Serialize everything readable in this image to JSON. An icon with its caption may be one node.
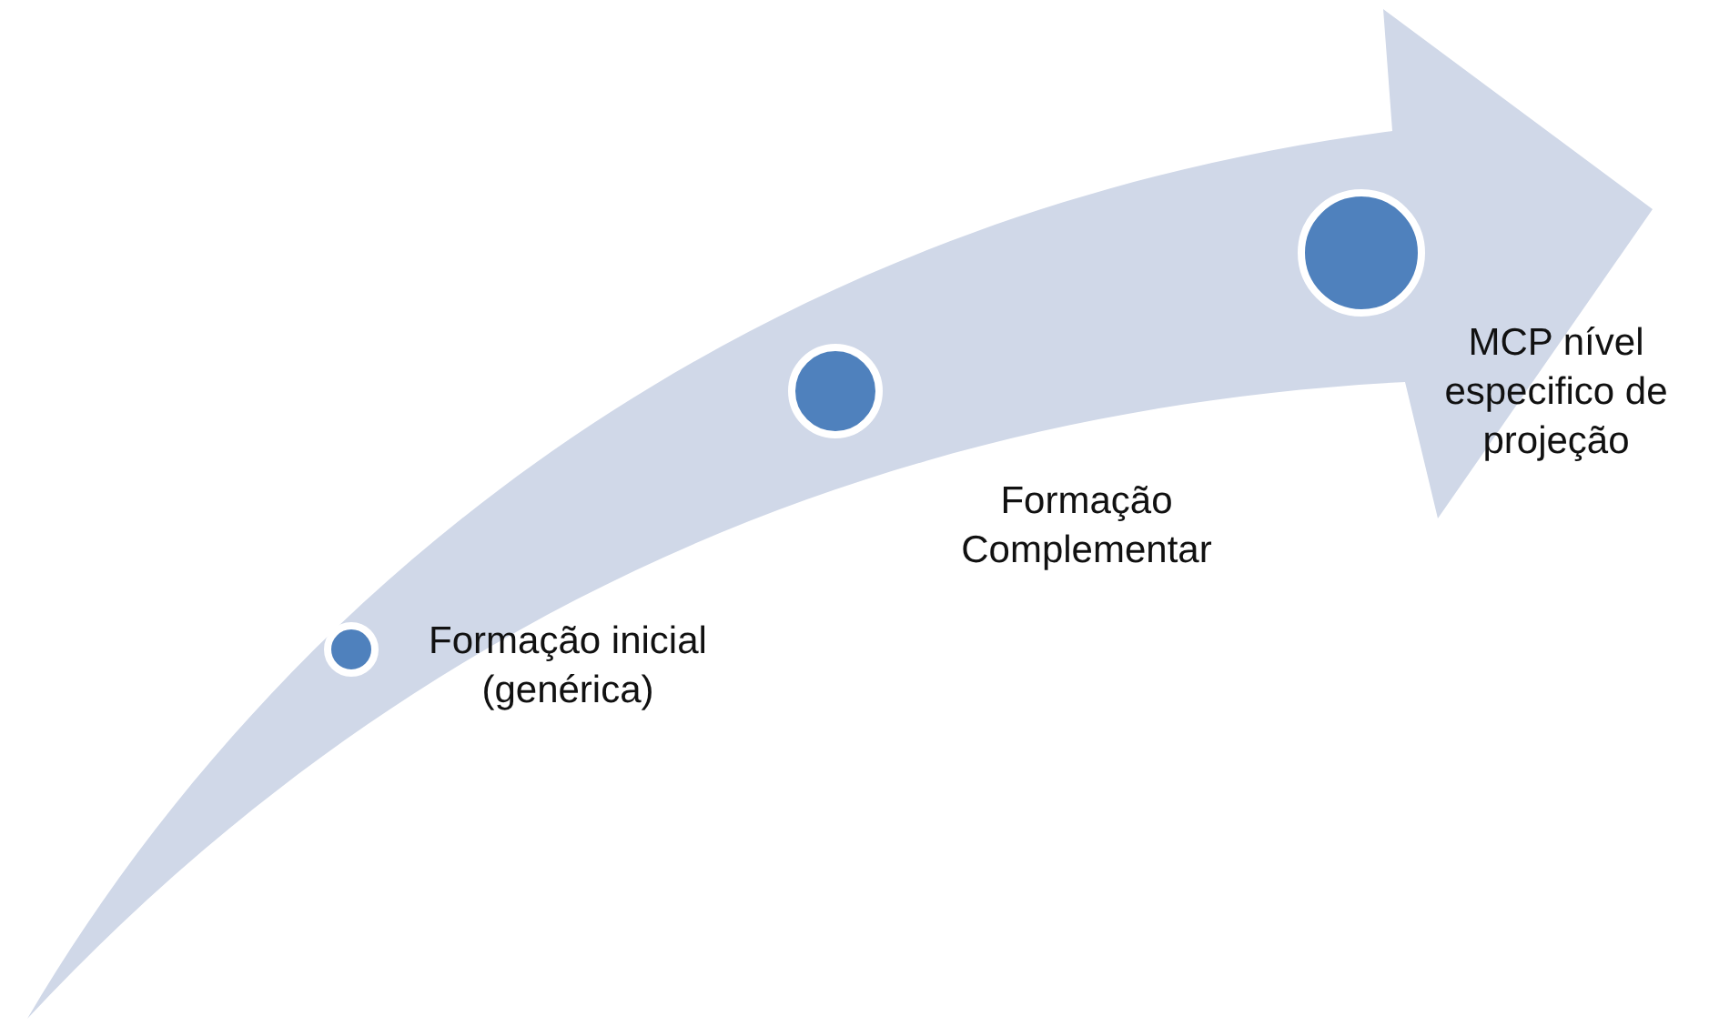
{
  "diagram": {
    "nodes": [
      {
        "text": [],
        "shape": "circle",
        "beside": [
          "Formação inicial (genérica)"
        ]
      },
      {
        "text": [],
        "shape": "circle",
        "beside": [
          "Formação Complementar"
        ]
      },
      {
        "text": [],
        "shape": "circle",
        "beside": [
          "MCP nível especifico de projeção"
        ]
      }
    ]
  }
}
